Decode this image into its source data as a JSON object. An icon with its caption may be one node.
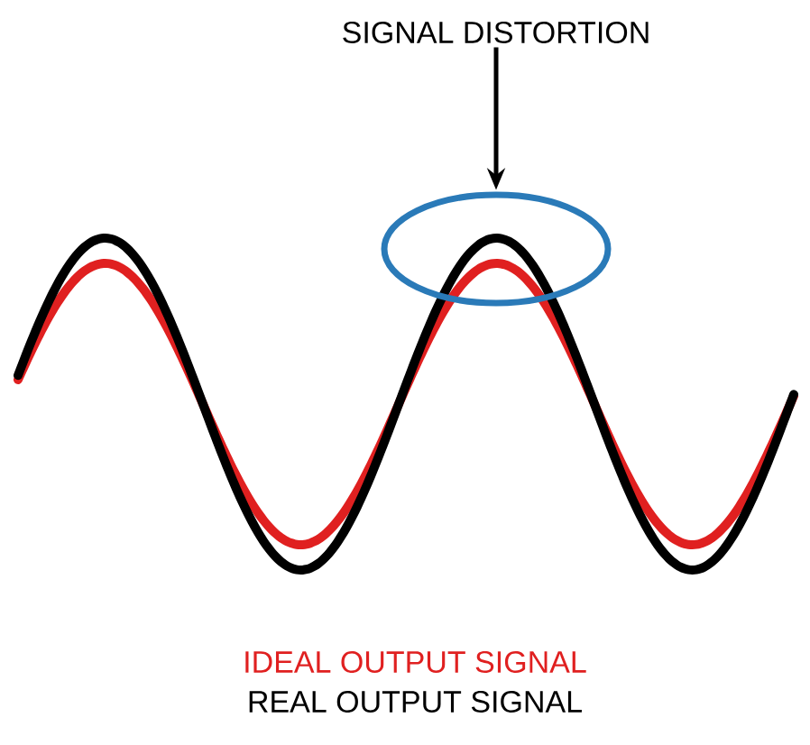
{
  "diagram": {
    "nodes": [
      {
        "text": [
          "SIGNAL DISTORTION"
        ]
      },
      {
        "text": [],
        "shape": "ellipse"
      }
    ],
    "edges": [
      {
        "from": 0,
        "to": 1,
        "arrow": "to"
      }
    ],
    "legend": [
      {
        "text": "IDEAL OUTPUT SIGNAL",
        "color": "#e02020"
      },
      {
        "text": "REAL OUTPUT SIGNAL",
        "color": "#000000"
      }
    ]
  }
}
